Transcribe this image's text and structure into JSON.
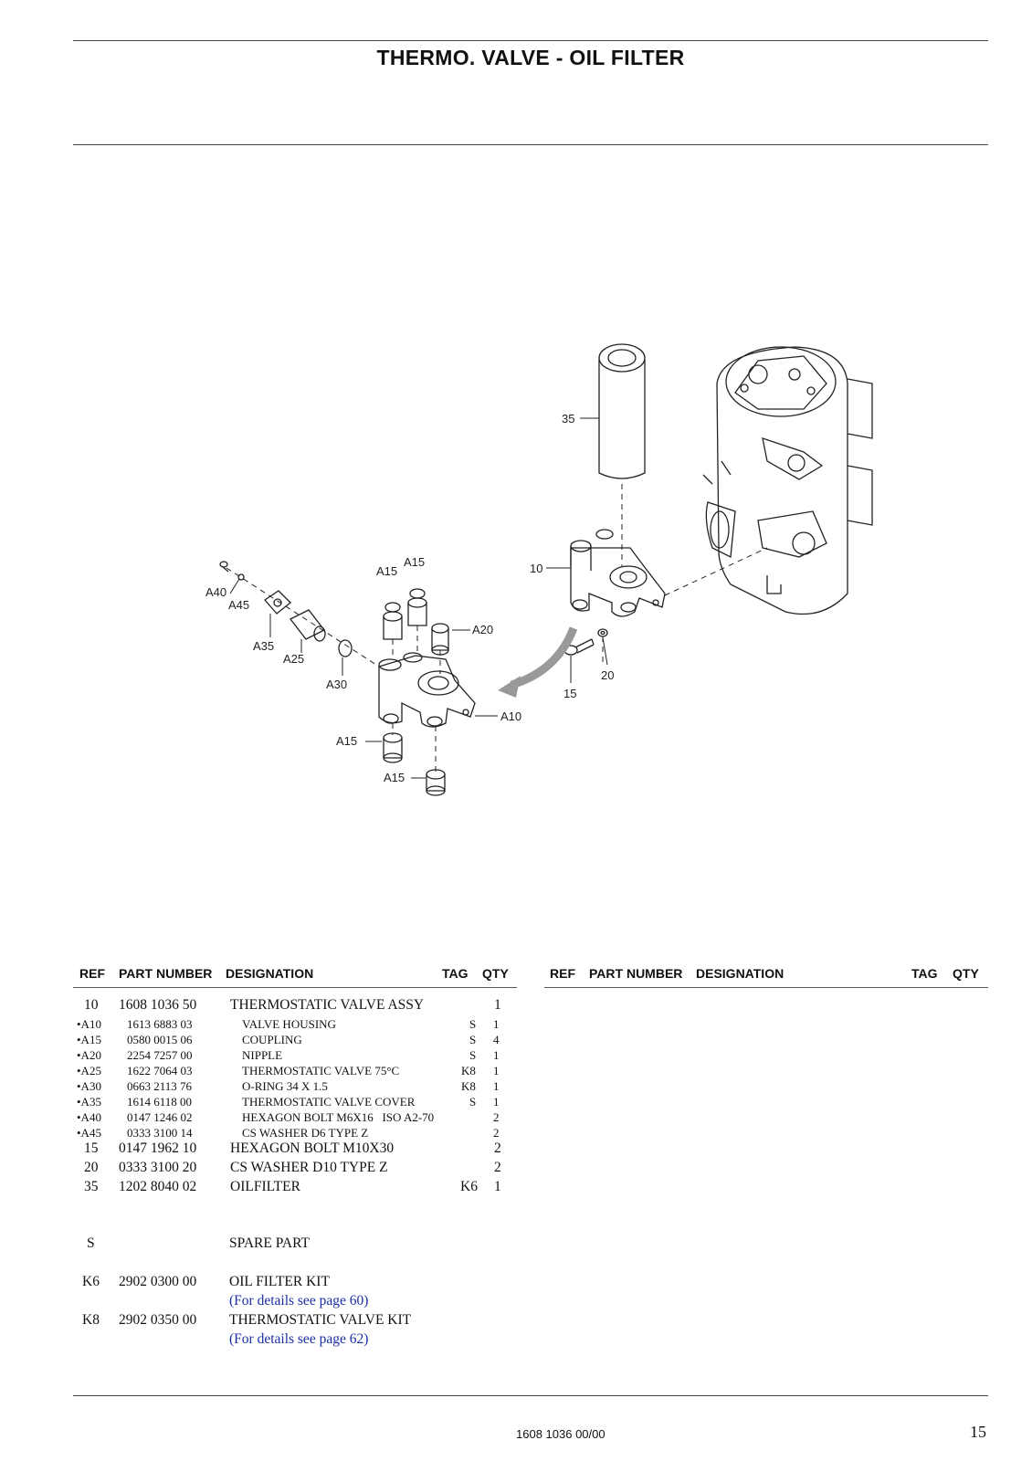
{
  "title": "THERMO. VALVE - OIL FILTER",
  "callouts": {
    "c35": "35",
    "c10": "10",
    "c15": "15",
    "c20": "20",
    "a40": "A40",
    "a45": "A45",
    "a35": "A35",
    "a25": "A25",
    "a30": "A30",
    "a15a": "A15",
    "a15b": "A15",
    "a20": "A20",
    "a10": "A10",
    "a15c": "A15",
    "a15d": "A15"
  },
  "table_headers": {
    "ref": "REF",
    "part_number": "PART NUMBER",
    "designation": "DESIGNATION",
    "tag": "TAG",
    "qty": "QTY"
  },
  "parts": [
    {
      "ref": "10",
      "part": "1608 1036 50",
      "designation": "THERMOSTATIC VALVE ASSY",
      "tag": "",
      "qty": "1"
    },
    {
      "ref": "•A10",
      "part": "1613 6883 03",
      "designation": "VALVE HOUSING",
      "tag": "S",
      "qty": "1"
    },
    {
      "ref": "•A15",
      "part": "0580 0015 06",
      "designation": "COUPLING",
      "tag": "S",
      "qty": "4"
    },
    {
      "ref": "•A20",
      "part": "2254 7257 00",
      "designation": "NIPPLE",
      "tag": "S",
      "qty": "1"
    },
    {
      "ref": "•A25",
      "part": "1622 7064 03",
      "designation": "THERMOSTATIC VALVE 75°C",
      "tag": "K8",
      "qty": "1"
    },
    {
      "ref": "•A30",
      "part": "0663 2113 76",
      "designation": "O-RING 34 X 1.5",
      "tag": "K8",
      "qty": "1"
    },
    {
      "ref": "•A35",
      "part": "1614 6118 00",
      "designation": "THERMOSTATIC VALVE COVER",
      "tag": "S",
      "qty": "1"
    },
    {
      "ref": "•A40",
      "part": "0147 1246 02",
      "designation": "HEXAGON BOLT M6X16   ISO A2-70",
      "tag": "",
      "qty": "2"
    },
    {
      "ref": "•A45",
      "part": "0333 3100 14",
      "designation": "CS WASHER D6 TYPE Z",
      "tag": "",
      "qty": "2"
    },
    {
      "ref": "15",
      "part": "0147 1962 10",
      "designation": "HEXAGON BOLT M10X30",
      "tag": "",
      "qty": "2"
    },
    {
      "ref": "20",
      "part": "0333 3100 20",
      "designation": "CS WASHER D10 TYPE Z",
      "tag": "",
      "qty": "2"
    },
    {
      "ref": "35",
      "part": "1202 8040 02",
      "designation": "OILFILTER",
      "tag": "K6",
      "qty": "1"
    }
  ],
  "legend": {
    "s_code": "S",
    "s_text": "SPARE PART",
    "k6_code": "K6",
    "k6_part": "2902 0300 00",
    "k6_text": "OIL FILTER KIT",
    "k6_link": "(For details see page 60)",
    "k8_code": "K8",
    "k8_part": "2902 0350 00",
    "k8_text": "THERMOSTATIC VALVE KIT",
    "k8_link": "(For details see page 62)"
  },
  "footer": {
    "doc_code": "1608 1036 00/00",
    "page_number": "15"
  }
}
